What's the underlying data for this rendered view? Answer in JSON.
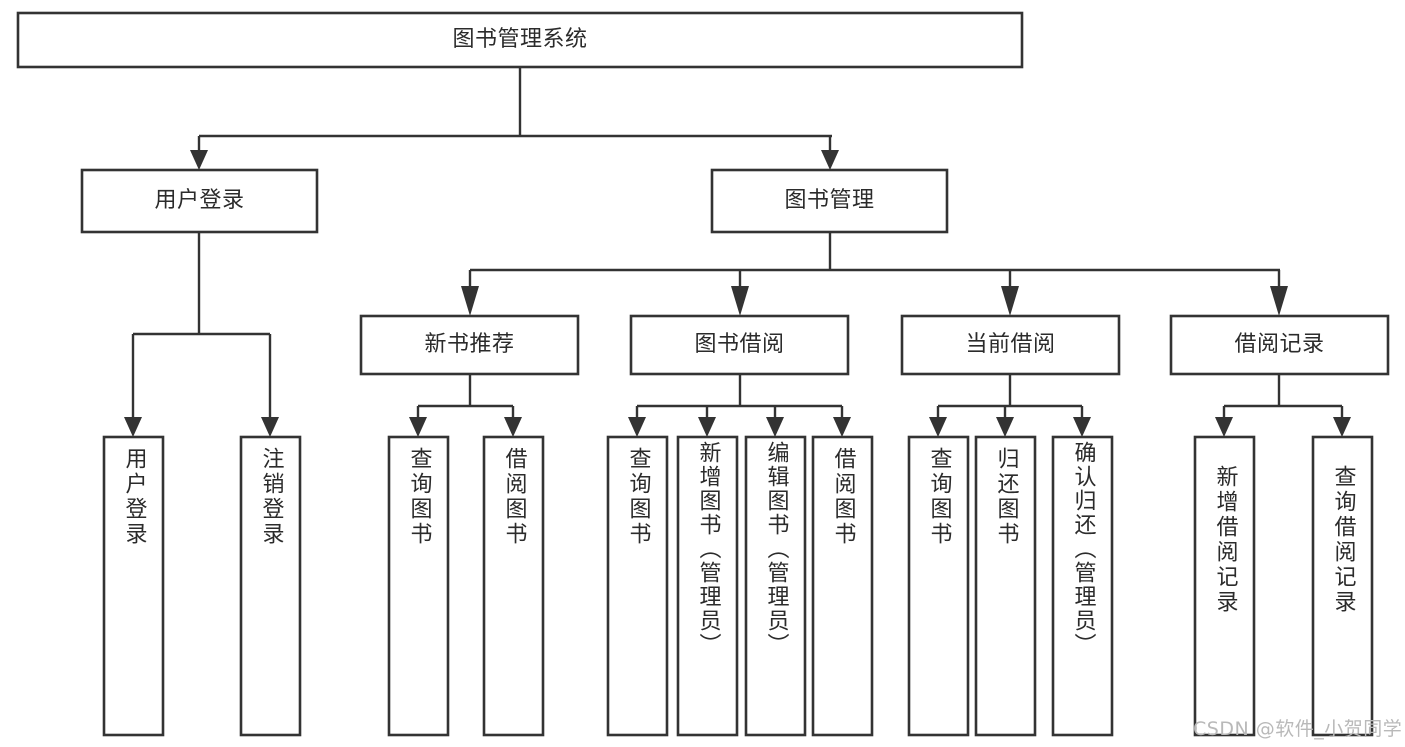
{
  "diagram": {
    "title": "图书管理系统",
    "type": "tree-hierarchy",
    "theme": {
      "background": "#ffffff",
      "box_stroke": "#333333",
      "box_fill": "#ffffff",
      "text_color": "#2b2b2b",
      "watermark_color": "#b9b9b9"
    },
    "root": {
      "label": "图书管理系统"
    },
    "level2": [
      {
        "label": "用户登录"
      },
      {
        "label": "图书管理"
      }
    ],
    "level3": [
      {
        "label": "新书推荐"
      },
      {
        "label": "图书借阅"
      },
      {
        "label": "当前借阅"
      },
      {
        "label": "借阅记录"
      }
    ],
    "leaves": {
      "user_login": [
        {
          "label": "用户登录"
        },
        {
          "label": "注销登录"
        }
      ],
      "new_book_recommend": [
        {
          "label": "查询图书"
        },
        {
          "label": "借阅图书"
        }
      ],
      "book_borrow": [
        {
          "label": "查询图书"
        },
        {
          "label": "新增图书（管理员）"
        },
        {
          "label": "编辑图书（管理员）"
        },
        {
          "label": "借阅图书"
        }
      ],
      "current_borrow": [
        {
          "label": "查询图书"
        },
        {
          "label": "归还图书"
        },
        {
          "label": "确认归还（管理员）"
        }
      ],
      "borrow_record": [
        {
          "label": "新增借阅记录"
        },
        {
          "label": "查询借阅记录"
        }
      ]
    },
    "watermark": "CSDN @软件_小贺同学"
  }
}
